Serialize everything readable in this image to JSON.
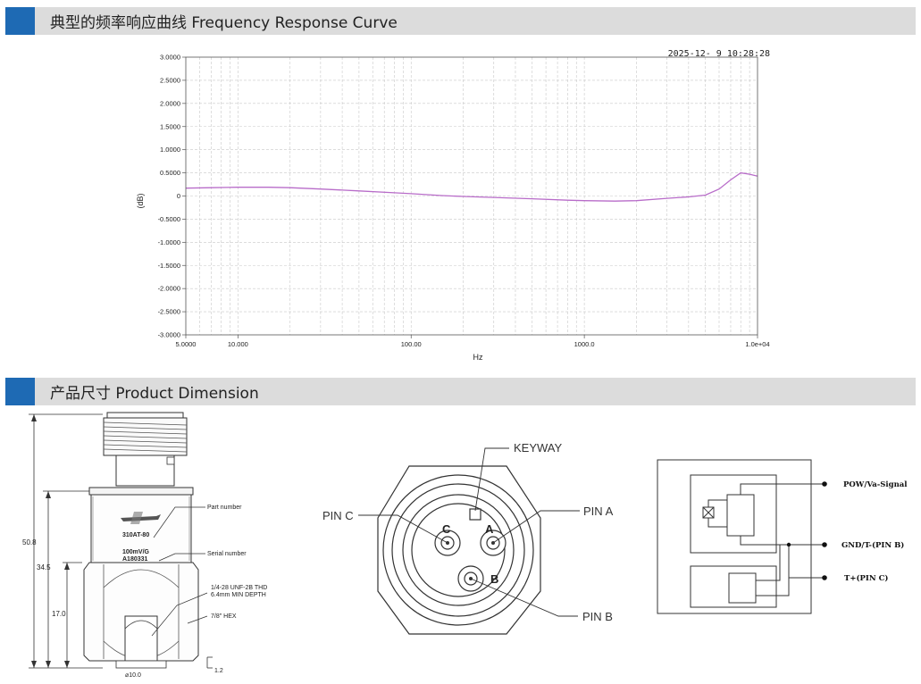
{
  "sections": {
    "frequency_title": "典型的频率响应曲线 Frequency Response Curve",
    "dimension_title": "产品尺寸 Product Dimension"
  },
  "chart": {
    "timestamp": "2025-12- 9 10:28:28"
  },
  "chart_data": {
    "type": "line",
    "title": "",
    "xlabel": "Hz",
    "ylabel": "(dB)",
    "x_scale": "log",
    "xlim": [
      5,
      10000
    ],
    "ylim": [
      -3,
      3
    ],
    "grid": true,
    "legend": "none",
    "x_tick_labels": [
      {
        "value": 5,
        "label": "5.0000"
      },
      {
        "value": 10,
        "label": "10.000"
      },
      {
        "value": 100,
        "label": "100.00"
      },
      {
        "value": 1000,
        "label": "1000.0"
      },
      {
        "value": 10000,
        "label": "1.0e+04"
      }
    ],
    "y_tick_labels": [
      {
        "value": 3,
        "label": "3.0000"
      },
      {
        "value": 2.5,
        "label": "2.5000"
      },
      {
        "value": 2,
        "label": "2.0000"
      },
      {
        "value": 1.5,
        "label": "1.5000"
      },
      {
        "value": 1,
        "label": "1.0000"
      },
      {
        "value": 0.5,
        "label": "0.5000"
      },
      {
        "value": 0,
        "label": "0"
      },
      {
        "value": -0.5,
        "label": "-0.5000"
      },
      {
        "value": -1,
        "label": "-1.0000"
      },
      {
        "value": -1.5,
        "label": "-1.5000"
      },
      {
        "value": -2,
        "label": "-2.0000"
      },
      {
        "value": -2.5,
        "label": "-2.5000"
      },
      {
        "value": -3,
        "label": "-3.0000"
      }
    ],
    "series": [
      {
        "color": "#b86cc9",
        "x": [
          5,
          7,
          10,
          15,
          20,
          30,
          50,
          80,
          100,
          150,
          200,
          300,
          500,
          800,
          1000,
          1500,
          2000,
          3000,
          4000,
          5000,
          6000,
          7000,
          8000,
          9000,
          10000
        ],
        "y": [
          0.17,
          0.18,
          0.19,
          0.19,
          0.18,
          0.15,
          0.11,
          0.07,
          0.05,
          0.01,
          -0.01,
          -0.03,
          -0.06,
          -0.09,
          -0.1,
          -0.11,
          -0.1,
          -0.05,
          -0.02,
          0.02,
          0.15,
          0.35,
          0.5,
          0.47,
          0.43
        ]
      }
    ]
  },
  "dimension": {
    "overall_height": "50.8",
    "body_height": "34.5",
    "hex_height": "17.0",
    "diameter": "⌀10.0",
    "recess_depth": "1.2",
    "part_number_label": "Part number",
    "part_number": "310AT-80",
    "serial_number_label": "Serial number",
    "sensitivity": "100mV/G",
    "serial": "A180331",
    "thread_line1": "1/4-28 UNF-2B THD",
    "thread_line2": "6.4mm MIN DEPTH",
    "hex": "7/8\" HEX"
  },
  "connector": {
    "keyway": "KEYWAY",
    "pin_a_label": "PIN A",
    "pin_b_label": "PIN B",
    "pin_c_label": "PIN C",
    "letter_a": "A",
    "letter_b": "B",
    "letter_c": "C"
  },
  "wiring": {
    "pow": "POW/Va-Signal",
    "gnd": "GND/T-(PIN B)",
    "tplus": "T+(PIN C)"
  }
}
